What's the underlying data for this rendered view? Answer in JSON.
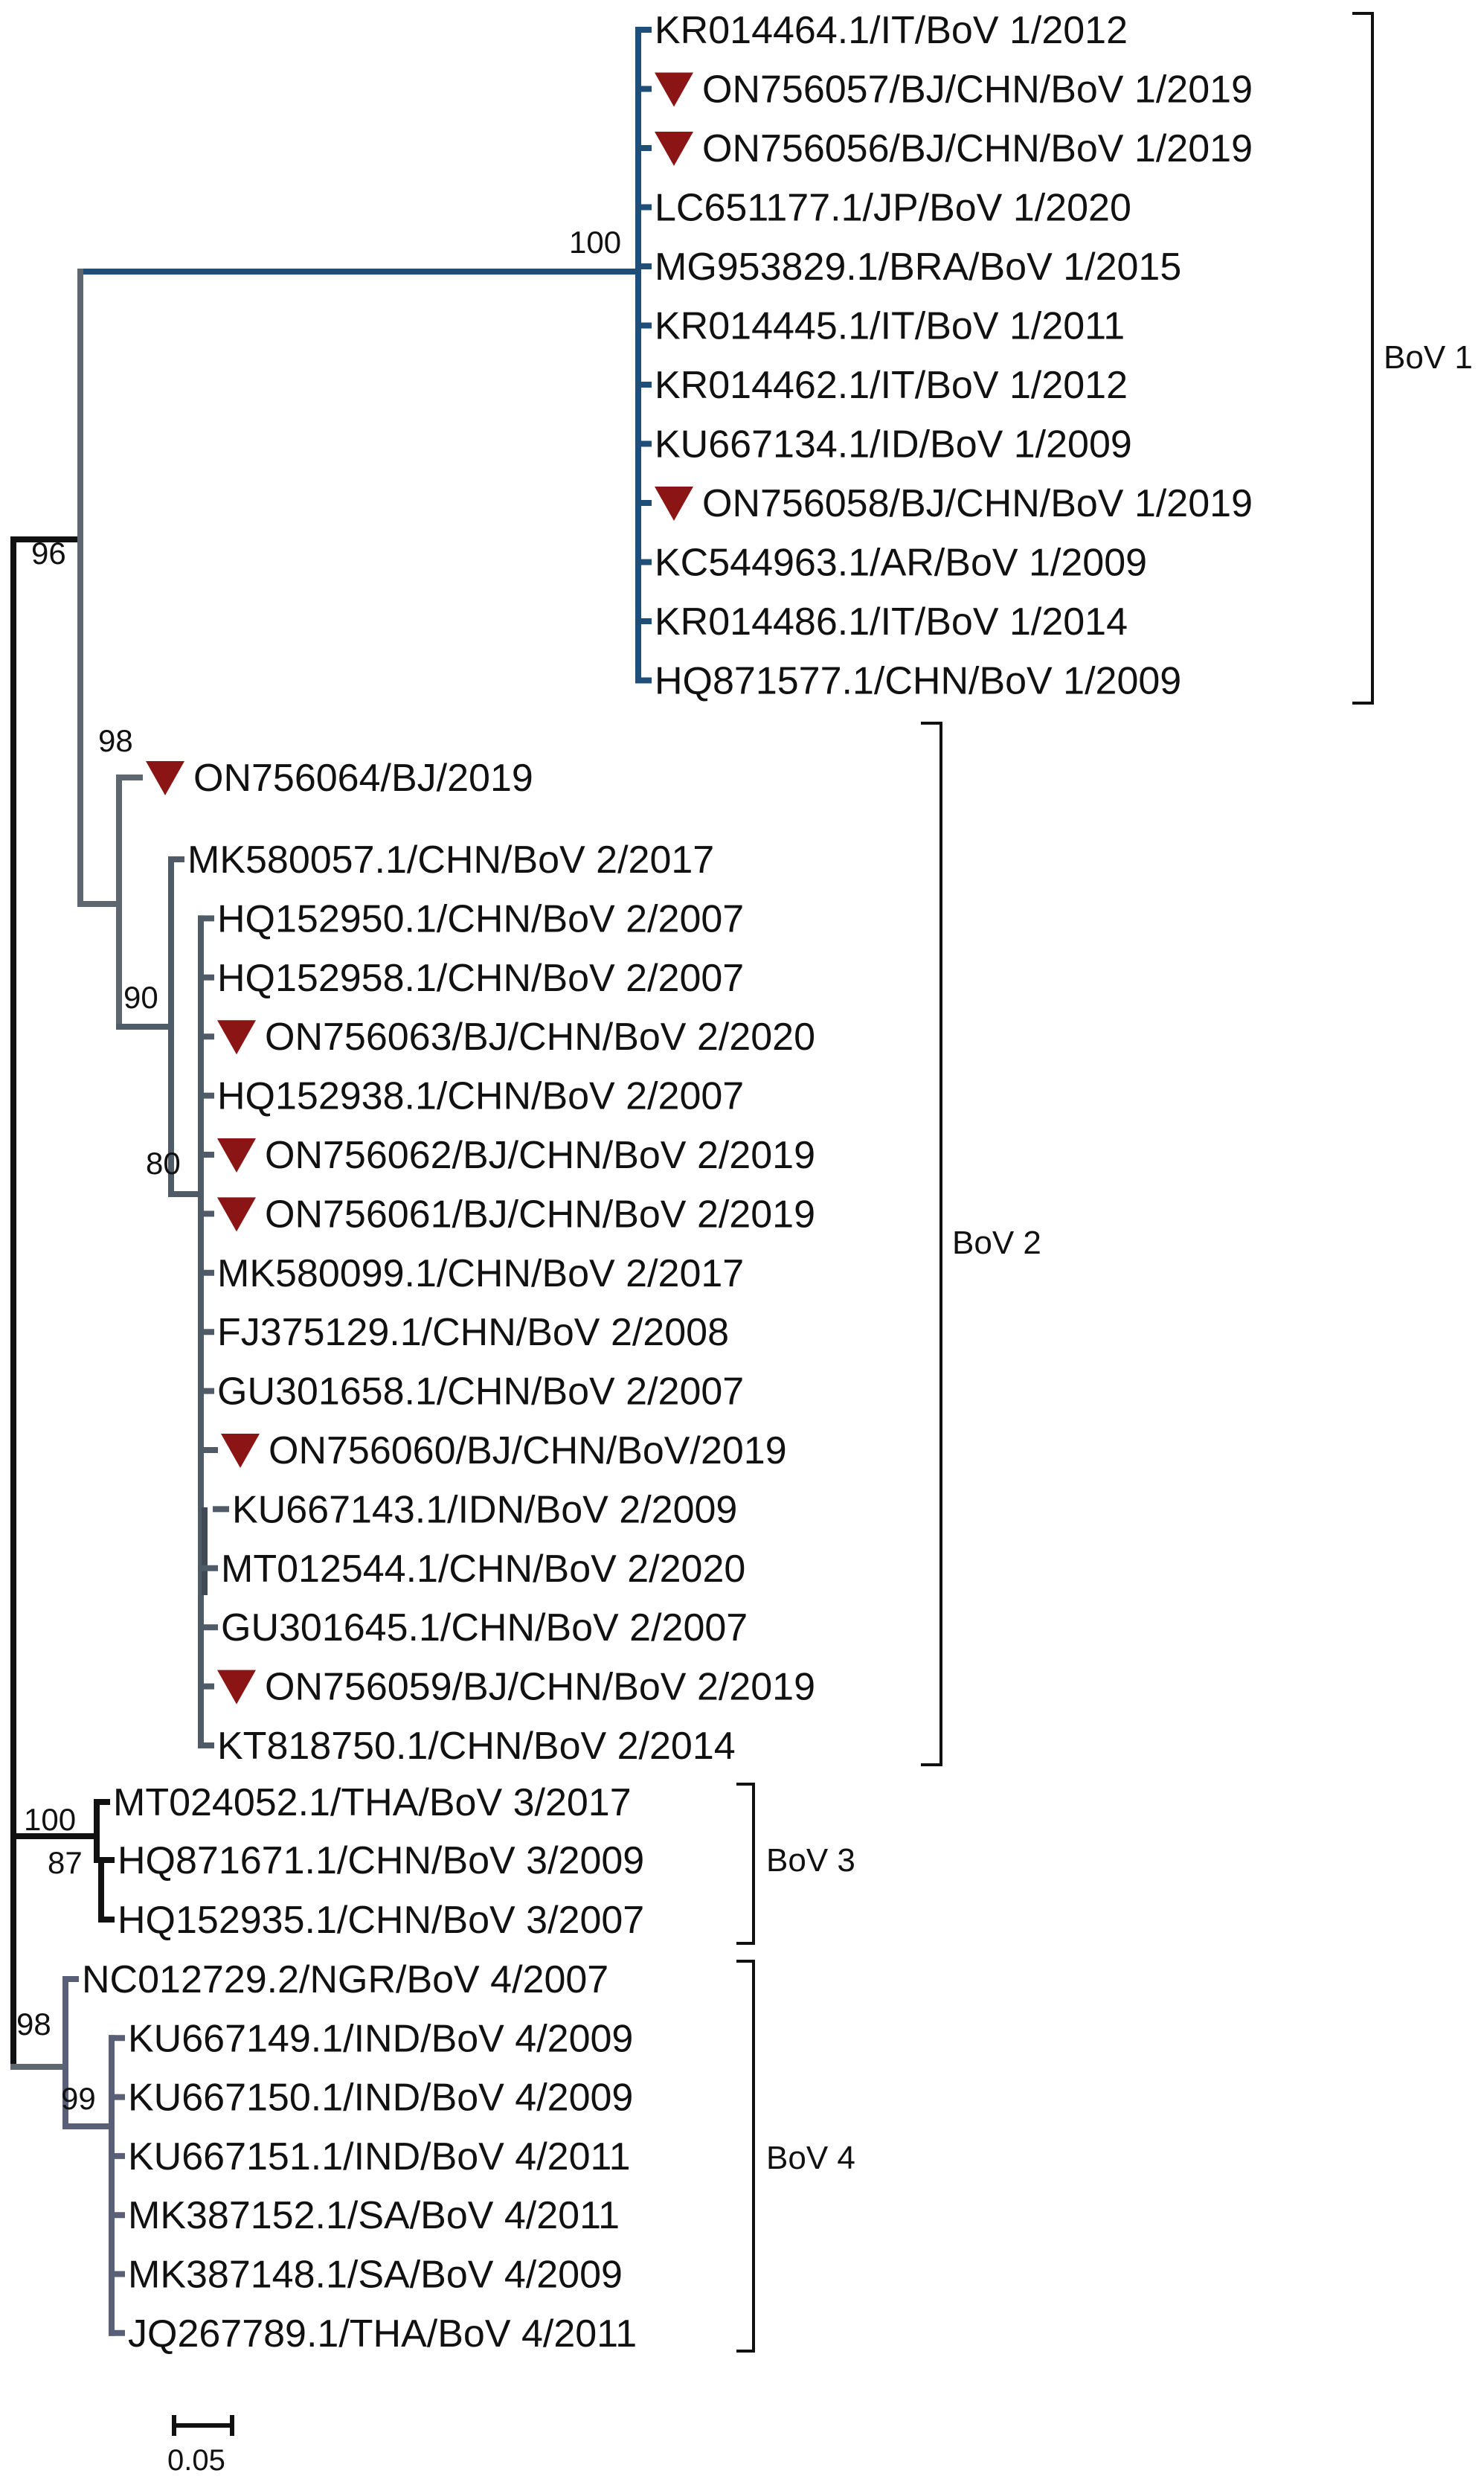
{
  "colors": {
    "bov1": "#1f4e79",
    "bov2": "#4f5b66",
    "bov3": "#111111",
    "bov4": "#5a5f78",
    "backbone": "#111111",
    "midgray": "#5e6670",
    "marker": "#8b1414"
  },
  "markers": {
    "icon": "triangle-down-icon"
  },
  "clades": {
    "bov1": {
      "label": "BoV 1",
      "support": "100",
      "leaves": [
        {
          "name": "KR014464.1/IT/BoV 1/2012",
          "marked": false
        },
        {
          "name": "ON756057/BJ/CHN/BoV 1/2019",
          "marked": true
        },
        {
          "name": "ON756056/BJ/CHN/BoV 1/2019",
          "marked": true
        },
        {
          "name": "LC651177.1/JP/BoV 1/2020",
          "marked": false
        },
        {
          "name": "MG953829.1/BRA/BoV 1/2015",
          "marked": false
        },
        {
          "name": "KR014445.1/IT/BoV 1/2011",
          "marked": false
        },
        {
          "name": "KR014462.1/IT/BoV 1/2012",
          "marked": false
        },
        {
          "name": "KU667134.1/ID/BoV 1/2009",
          "marked": false
        },
        {
          "name": "ON756058/BJ/CHN/BoV 1/2019",
          "marked": true
        },
        {
          "name": "KC544963.1/AR/BoV 1/2009",
          "marked": false
        },
        {
          "name": "KR014486.1/IT/BoV 1/2014",
          "marked": false
        },
        {
          "name": "HQ871577.1/CHN/BoV 1/2009",
          "marked": false
        }
      ]
    },
    "bov2": {
      "label": "BoV 2",
      "outer_leaf": {
        "name": "ON756064/BJ/2019",
        "marked": true
      },
      "leaves": [
        {
          "name": "MK580057.1/CHN/BoV 2/2017",
          "marked": false
        },
        {
          "name": "HQ152950.1/CHN/BoV 2/2007",
          "marked": false
        },
        {
          "name": "HQ152958.1/CHN/BoV 2/2007",
          "marked": false
        },
        {
          "name": "ON756063/BJ/CHN/BoV 2/2020",
          "marked": true
        },
        {
          "name": "HQ152938.1/CHN/BoV 2/2007",
          "marked": false
        },
        {
          "name": "ON756062/BJ/CHN/BoV 2/2019",
          "marked": true
        },
        {
          "name": "ON756061/BJ/CHN/BoV 2/2019",
          "marked": true
        },
        {
          "name": "MK580099.1/CHN/BoV 2/2017",
          "marked": false
        },
        {
          "name": "FJ375129.1/CHN/BoV 2/2008",
          "marked": false
        },
        {
          "name": "GU301658.1/CHN/BoV 2/2007",
          "marked": false
        },
        {
          "name": "ON756060/BJ/CHN/BoV/2019",
          "marked": true
        },
        {
          "name": "KU667143.1/IDN/BoV 2/2009",
          "marked": false
        },
        {
          "name": "MT012544.1/CHN/BoV 2/2020",
          "marked": false
        },
        {
          "name": "GU301645.1/CHN/BoV 2/2007",
          "marked": false
        },
        {
          "name": "ON756059/BJ/CHN/BoV 2/2019",
          "marked": true
        },
        {
          "name": "KT818750.1/CHN/BoV 2/2014",
          "marked": false
        }
      ]
    },
    "bov3": {
      "label": "BoV 3",
      "leaves": [
        {
          "name": "MT024052.1/THA/BoV 3/2017",
          "marked": false
        },
        {
          "name": "HQ871671.1/CHN/BoV 3/2009",
          "marked": false
        },
        {
          "name": "HQ152935.1/CHN/BoV 3/2007",
          "marked": false
        }
      ]
    },
    "bov4": {
      "label": "BoV 4",
      "leaves": [
        {
          "name": "NC012729.2/NGR/BoV 4/2007",
          "marked": false
        },
        {
          "name": "KU667149.1/IND/BoV 4/2009",
          "marked": false
        },
        {
          "name": "KU667150.1/IND/BoV 4/2009",
          "marked": false
        },
        {
          "name": "KU667151.1/IND/BoV 4/2011",
          "marked": false
        },
        {
          "name": "MK387152.1/SA/BoV 4/2011",
          "marked": false
        },
        {
          "name": "MK387148.1/SA/BoV 4/2009",
          "marked": false
        },
        {
          "name": "JQ267789.1/THA/BoV 4/2011",
          "marked": false
        }
      ]
    }
  },
  "support_values": {
    "bov1_bov2": "96",
    "outer_bov2": "98",
    "bov2_main": "90",
    "bov2_inner": "80",
    "bov3_main": "100",
    "bov3_inner": "87",
    "bov4_main": "98",
    "bov4_inner": "99"
  },
  "scale_bar": {
    "label": "0.05"
  }
}
